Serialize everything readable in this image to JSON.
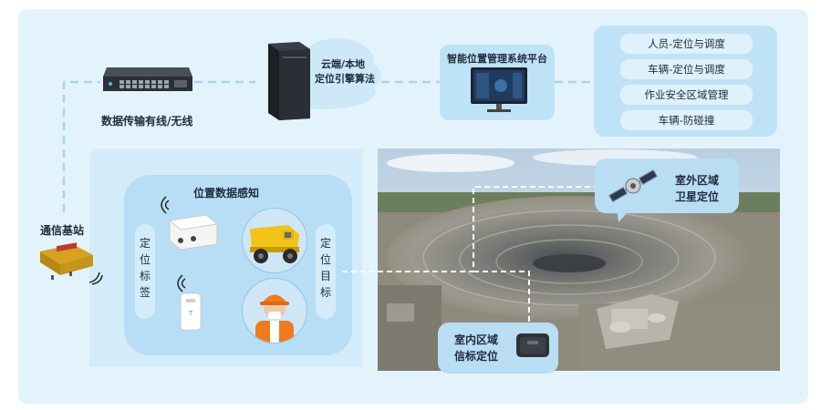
{
  "network": {
    "switch_label": "数据传输有线/无线",
    "server_label_line1": "云端/本地",
    "server_label_line2": "定位引擎算法",
    "platform_label": "智能位置管理系统平台",
    "base_station_label": "通信基站"
  },
  "features": [
    {
      "label": "人员-定位与调度"
    },
    {
      "label": "车辆-定位与调度"
    },
    {
      "label": "作业安全区域管理"
    },
    {
      "label": "车辆-防碰撞"
    }
  ],
  "sensing": {
    "title": "位置数据感知",
    "tag_label": "定位标签",
    "target_label": "定位目标"
  },
  "zones": {
    "outdoor_line1": "室外区域",
    "outdoor_line2": "卫星定位",
    "indoor_line1": "室内区域",
    "indoor_line2": "信标定位"
  },
  "colors": {
    "panel_bg": "#e3f3fc",
    "box_bg": "#bfe3f6",
    "dashed_line": "#a9d4ef"
  }
}
